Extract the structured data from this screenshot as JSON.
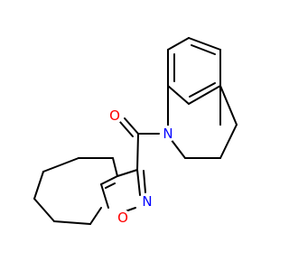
{
  "molecule": {
    "atoms": {
      "carbonyl_oxygen": {
        "symbol": "O",
        "color": "#ff0000"
      },
      "amide_nitrogen": {
        "symbol": "N",
        "color": "#0000ff"
      },
      "isoxazole_nitrogen": {
        "symbol": "N",
        "color": "#0000ff"
      },
      "isoxazole_oxygen": {
        "symbol": "O",
        "color": "#ff0000"
      }
    },
    "bond_color": "#000000"
  }
}
